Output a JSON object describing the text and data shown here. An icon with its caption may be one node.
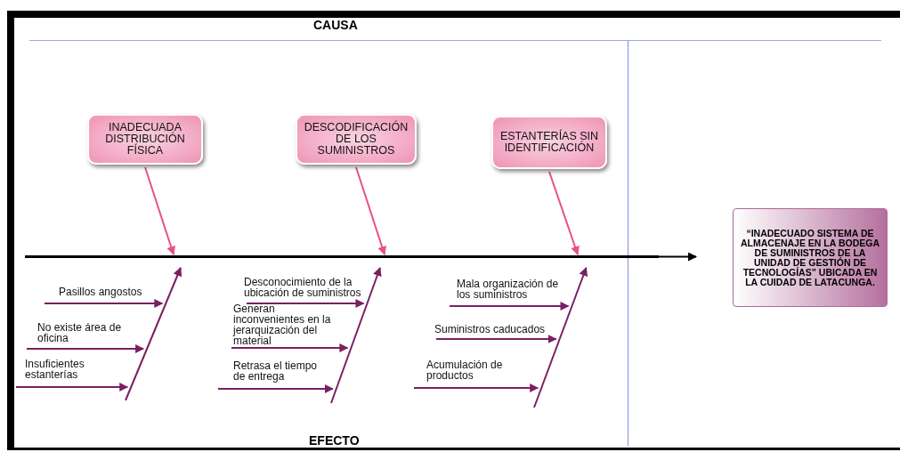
{
  "diagram": {
    "nodes": [
      {
        "text": [
          "INADECUADA DISTRIBUCIÓN FÍSICA"
        ]
      },
      {
        "text": [
          "DESCODIFICACIÓN DE LOS SUMINISTROS"
        ]
      },
      {
        "text": [
          "ESTANTERÍAS SIN IDENTIFICACIÓN"
        ]
      },
      {
        "text": [
          "“INADECUADO SISTEMA DE ALMACENAJE EN LA BODEGA DE SUMINISTROS DE LA UNIDAD DE GESTIÓN DE TECNOLOGÍAS” UBICADA EN LA CUIDAD DE LATACUNGA."
        ]
      },
      {
        "text": [],
        "shape": "bar"
      },
      {
        "text": [],
        "shape": "bar"
      },
      {
        "text": [],
        "shape": "bar"
      },
      {
        "text": [],
        "shape": "bar"
      },
      {
        "text": [
          "Pasillos angostos"
        ]
      },
      {
        "text": [
          "No existe área de oficina"
        ]
      },
      {
        "text": [
          "Insuficientes estanterías"
        ]
      },
      {
        "text": [
          "Desconocimiento de la ubicación de suministros"
        ]
      },
      {
        "text": [
          "Generan inconvenientes en la jerarquización del material"
        ]
      },
      {
        "text": [
          "Retrasa el tiempo de entrega"
        ]
      },
      {
        "text": [
          "Mala organización de los suministros"
        ]
      },
      {
        "text": [
          "Suministros caducados"
        ]
      },
      {
        "text": [
          "Acumulación de productos"
        ]
      }
    ],
    "edges": [
      {
        "from": 0,
        "to": 4,
        "arrow": "to",
        "color": "#e8508a"
      },
      {
        "from": 1,
        "to": 4,
        "arrow": "to",
        "color": "#e8508a"
      },
      {
        "from": 2,
        "to": 4,
        "arrow": "to",
        "color": "#e8508a"
      },
      {
        "from": 5,
        "to": 4,
        "arrow": "to"
      },
      {
        "from": 6,
        "to": 4,
        "arrow": "to"
      },
      {
        "from": 7,
        "to": 4,
        "arrow": "to"
      },
      {
        "from": 8,
        "to": 5,
        "arrow": "to"
      },
      {
        "from": 9,
        "to": 5,
        "arrow": "to"
      },
      {
        "from": 10,
        "to": 5,
        "arrow": "to"
      },
      {
        "from": 11,
        "to": 6,
        "arrow": "to"
      },
      {
        "from": 12,
        "to": 6,
        "arrow": "to"
      },
      {
        "from": 13,
        "to": 6,
        "arrow": "to"
      },
      {
        "from": 14,
        "to": 7,
        "arrow": "to"
      },
      {
        "from": 15,
        "to": 7,
        "arrow": "to"
      },
      {
        "from": 16,
        "to": 7,
        "arrow": "to"
      },
      {
        "from": 4,
        "to": 3,
        "arrow": "to",
        "color": "#000000"
      }
    ],
    "labels": [
      "CAUSA",
      "EFECTO"
    ]
  }
}
